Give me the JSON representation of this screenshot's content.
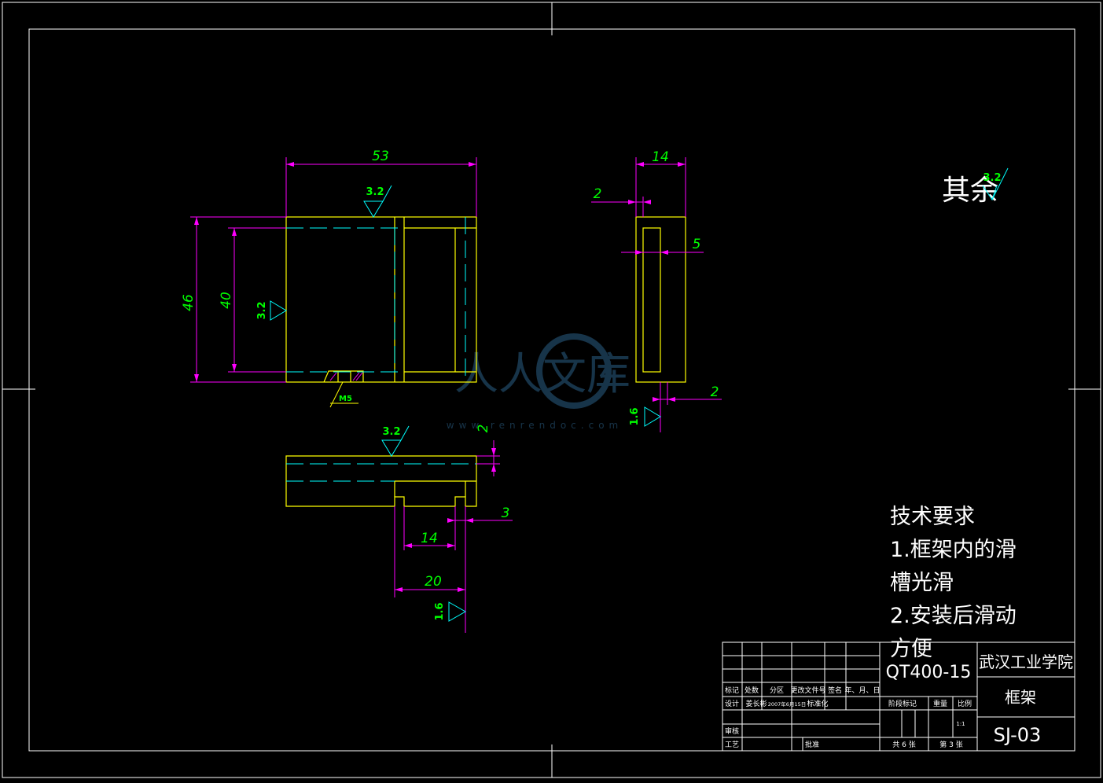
{
  "drawing": {
    "dims": {
      "w53": "53",
      "w14_side": "14",
      "d2_side_top": "2",
      "d5_side": "5",
      "d2_side_bottom": "2",
      "h46": "46",
      "h40": "40",
      "d2_bottom": "2",
      "d3_bottom": "3",
      "w14_bottom": "14",
      "w20_bottom": "20"
    },
    "roughness": {
      "front_top": "3.2",
      "front_left": "3.2",
      "side": "1.6",
      "bottom_top": "3.2",
      "bottom_lower": "1.6",
      "other": "3.2"
    },
    "thread_label": "M5",
    "other_label": "其余",
    "watermark": {
      "brand": "人人文库",
      "url": "www.renrendoc.com"
    }
  },
  "requirements": {
    "title": "技术要求",
    "line1": "1.框架内的滑",
    "line2": "槽光滑",
    "line3": "2.安装后滑动",
    "line4": "方便"
  },
  "title_block": {
    "material": "QT400-15",
    "school": "武汉工业学院",
    "part_name": "框架",
    "drawing_no": "SJ-03",
    "scale": "1:1",
    "headers": {
      "mark": "标记",
      "count": "处数",
      "zone": "分区",
      "doc_no": "更改文件号",
      "sign": "签名",
      "date": "年、月、日",
      "design": "设计",
      "designer": "姜长彬",
      "design_date": "2007年6月15日",
      "standard": "标准化",
      "check": "审核",
      "process": "工艺",
      "approve": "批准",
      "stage": "阶段标记",
      "weight": "重量",
      "ratio": "比例",
      "sheets": "共 6 张",
      "sheet": "第 3 张"
    }
  }
}
